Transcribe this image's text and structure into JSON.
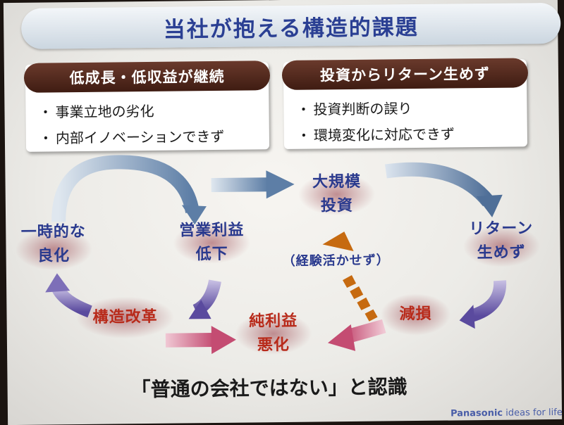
{
  "title": "当社が抱える構造的課題",
  "left_panel": {
    "header": "低成長・低収益が継続",
    "bullet_mark": "・",
    "bullets": [
      "事業立地の劣化",
      "内部イノベーションできず"
    ]
  },
  "right_panel": {
    "header": "投資からリターン生めず",
    "bullet_mark": "・",
    "bullets": [
      "投資判断の誤り",
      "環境変化に対応できず"
    ]
  },
  "nodes": {
    "temporary_improvement": [
      "一時的な",
      "良化"
    ],
    "operating_profit_decline": [
      "営業利益",
      "低下"
    ],
    "large_investment": [
      "大規模",
      "投資"
    ],
    "no_return": [
      "リターン",
      "生めず"
    ],
    "restructuring": "構造改革",
    "net_profit_deterioration": [
      "純利益",
      "悪化"
    ],
    "impairment": "減損"
  },
  "note": "（経験活かせず）",
  "bottom_text": "「普通の会社ではない」と認識",
  "brand": {
    "name": "Panasonic",
    "tagline": "ideas for life"
  },
  "colors": {
    "title_text": "#2a3f93",
    "header_bg": "#4f2619",
    "node_blue": "#2a3a8e",
    "node_red": "#b82a1a",
    "arrow_blue": "#6a8bb0",
    "arrow_purple": "#6a58a8",
    "arrow_pink": "#c8607e",
    "arrow_orange": "#c66a10"
  }
}
